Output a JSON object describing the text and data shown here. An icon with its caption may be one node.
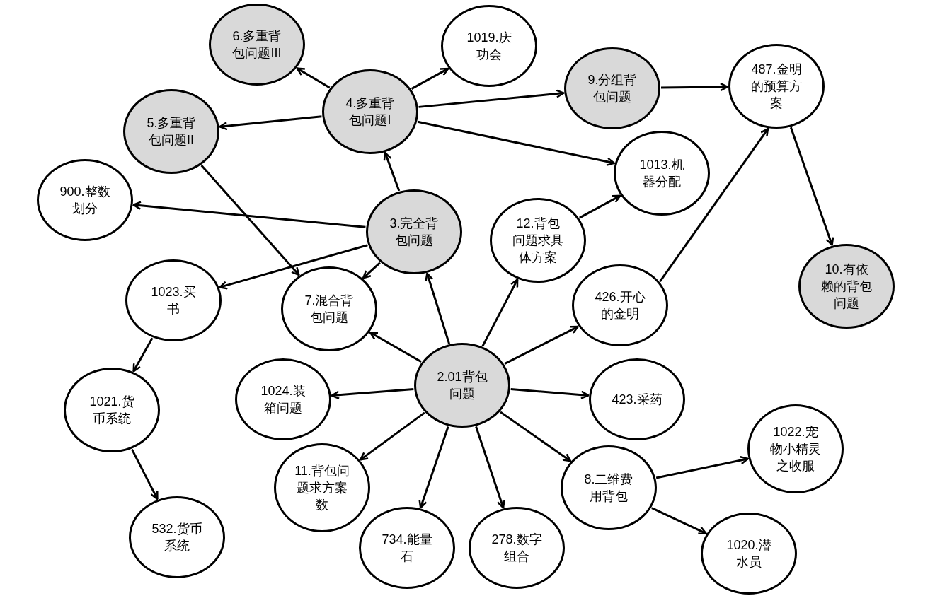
{
  "diagram": {
    "nodes": [
      {
        "text": [
          "6.多重背包问题III"
        ]
      },
      {
        "text": [
          "1019.庆功会"
        ]
      },
      {
        "text": [
          "4.多重背包问题I"
        ]
      },
      {
        "text": [
          "9.分组背包问题"
        ]
      },
      {
        "text": [
          "487.金明的预算方案"
        ]
      },
      {
        "text": [
          "5.多重背包问题II"
        ]
      },
      {
        "text": [
          "1013.机器分配"
        ]
      },
      {
        "text": [
          "900.整数划分"
        ]
      },
      {
        "text": [
          "3.完全背包问题"
        ]
      },
      {
        "text": [
          "12.背包问题求具体方案"
        ]
      },
      {
        "text": [
          "10.有依赖的背包问题"
        ]
      },
      {
        "text": [
          "1023.买书"
        ]
      },
      {
        "text": [
          "7.混合背包问题"
        ]
      },
      {
        "text": [
          "426.开心的金明"
        ]
      },
      {
        "text": [
          "2.01背包问题"
        ]
      },
      {
        "text": [
          "1024.装箱问题"
        ]
      },
      {
        "text": [
          "423.采药"
        ]
      },
      {
        "text": [
          "1021.货币系统"
        ]
      },
      {
        "text": [
          "1022.宠物小精灵之收服"
        ]
      },
      {
        "text": [
          "11.背包问题求方案数"
        ]
      },
      {
        "text": [
          "8.二维费用背包"
        ]
      },
      {
        "text": [
          "532.货币系统"
        ]
      },
      {
        "text": [
          "734.能量石"
        ]
      },
      {
        "text": [
          "278.数字组合"
        ]
      },
      {
        "text": [
          "1020.潜水员"
        ]
      }
    ],
    "edges": [
      {
        "from": 2,
        "to": 0,
        "arrow": "to"
      },
      {
        "from": 2,
        "to": 1,
        "arrow": "to"
      },
      {
        "from": 2,
        "to": 5,
        "arrow": "to"
      },
      {
        "from": 2,
        "to": 3,
        "arrow": "to"
      },
      {
        "from": 2,
        "to": 6,
        "arrow": "to"
      },
      {
        "from": 3,
        "to": 4,
        "arrow": "to"
      },
      {
        "from": 4,
        "to": 10,
        "arrow": "to"
      },
      {
        "from": 5,
        "to": 12,
        "arrow": "to"
      },
      {
        "from": 8,
        "to": 2,
        "arrow": "to"
      },
      {
        "from": 8,
        "to": 7,
        "arrow": "to"
      },
      {
        "from": 8,
        "to": 11,
        "arrow": "to"
      },
      {
        "from": 8,
        "to": 12,
        "arrow": "to"
      },
      {
        "from": 9,
        "to": 6,
        "arrow": "to"
      },
      {
        "from": 13,
        "to": 4,
        "arrow": "to"
      },
      {
        "from": 11,
        "to": 17,
        "arrow": "to"
      },
      {
        "from": 17,
        "to": 21,
        "arrow": "to"
      },
      {
        "from": 14,
        "to": 12,
        "arrow": "to"
      },
      {
        "from": 14,
        "to": 8,
        "arrow": "to"
      },
      {
        "from": 14,
        "to": 9,
        "arrow": "to"
      },
      {
        "from": 14,
        "to": 13,
        "arrow": "to"
      },
      {
        "from": 14,
        "to": 15,
        "arrow": "to"
      },
      {
        "from": 14,
        "to": 16,
        "arrow": "to"
      },
      {
        "from": 14,
        "to": 19,
        "arrow": "to"
      },
      {
        "from": 14,
        "to": 20,
        "arrow": "to"
      },
      {
        "from": 14,
        "to": 22,
        "arrow": "to"
      },
      {
        "from": 14,
        "to": 23,
        "arrow": "to"
      },
      {
        "from": 20,
        "to": 18,
        "arrow": "to"
      },
      {
        "from": 20,
        "to": 24,
        "arrow": "to"
      }
    ]
  }
}
